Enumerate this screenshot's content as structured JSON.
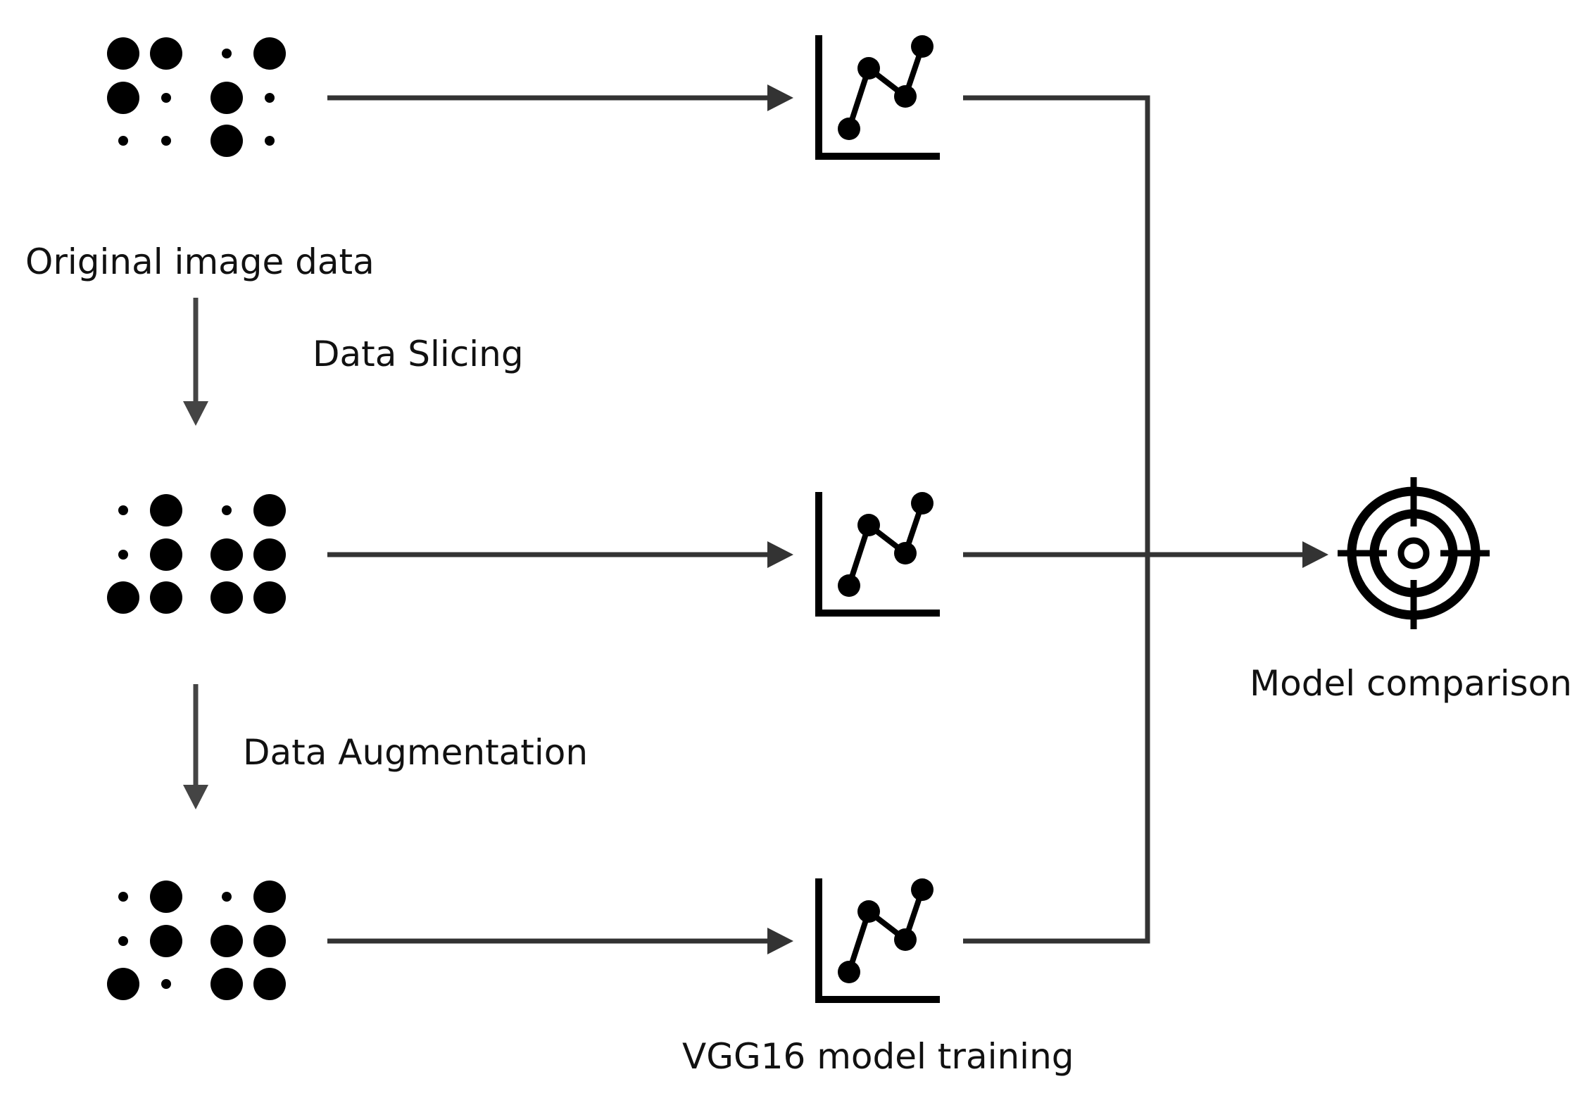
{
  "labels": {
    "original_image_data": "Original image data",
    "data_slicing": "Data Slicing",
    "data_augmentation": "Data Augmentation",
    "model_training": "VGG16 model training",
    "model_comparison": "Model comparison"
  },
  "braille_patterns": {
    "row1": [
      [
        1,
        1,
        0
      ],
      [
        1,
        0,
        0
      ],
      [
        0,
        1,
        1
      ],
      [
        1,
        0,
        0
      ]
    ],
    "row2": [
      [
        0,
        0,
        1
      ],
      [
        1,
        1,
        1
      ],
      [
        0,
        1,
        1
      ],
      [
        1,
        1,
        1
      ]
    ],
    "row3": [
      [
        0,
        0,
        1
      ],
      [
        1,
        1,
        0
      ],
      [
        0,
        1,
        1
      ],
      [
        1,
        1,
        1
      ]
    ]
  },
  "colors": {
    "dot": "#000000",
    "line": "#333333",
    "arrow": "#444444",
    "icon": "#000000"
  },
  "icons": {
    "model": "line-chart-icon",
    "comparison": "target-crosshair-icon"
  }
}
